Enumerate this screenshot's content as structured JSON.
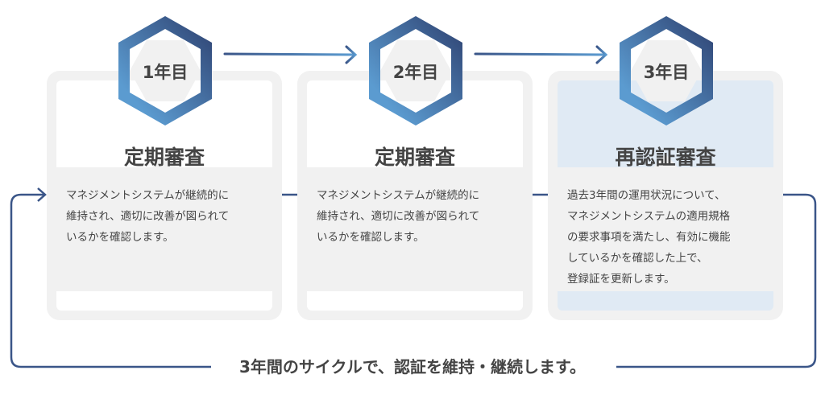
{
  "steps": [
    {
      "year": "1年目",
      "title": "定期審査",
      "lines": [
        "マネジメントシステムが継続的に",
        "維持され、適切に改善が図られて",
        "いるかを確認します。"
      ]
    },
    {
      "year": "2年目",
      "title": "定期審査",
      "lines": [
        "マネジメントシステムが継続的に",
        "維持され、適切に改善が図られて",
        "いるかを確認します。"
      ]
    },
    {
      "year": "3年目",
      "title": "再認証審査",
      "lines": [
        "過去3年間の運用状況について、",
        "マネジメントシステムの適用規格",
        "の要求事項を満たし、有効に機能",
        "しているかを確認した上で、",
        "登録証を更新します。"
      ]
    }
  ],
  "caption": "3年間のサイクルで、認証を維持・継続します。",
  "colors": {
    "hex_light": "#5b9bd0",
    "hex_dark": "#2d3f6e",
    "line": "#3a5588",
    "card": "#f1f1f1",
    "highlight": "#e0eaf4"
  }
}
